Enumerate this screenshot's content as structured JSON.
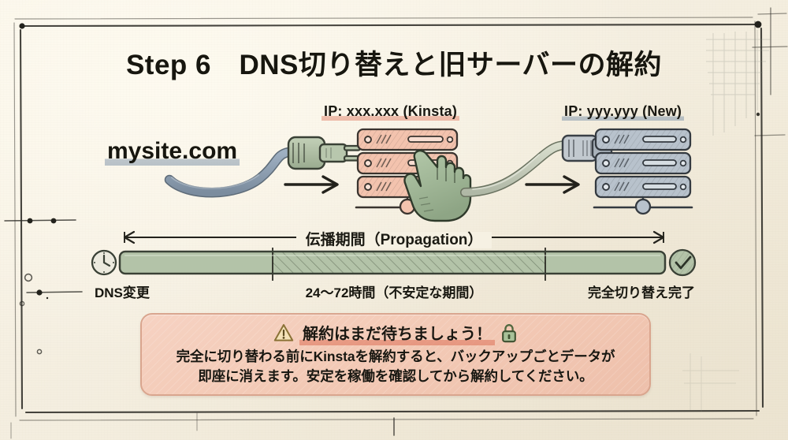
{
  "title": "Step 6　DNS切り替えと旧サーバーの解約",
  "background_color": "#f6f1e3",
  "diagram": {
    "domain_node": {
      "label": "mysite.com",
      "underline_color": "#8c9eb0"
    },
    "old_server": {
      "ip_label": "IP: xxx.xxx (Kinsta)",
      "highlight_color": "#e69680",
      "body_color": "#f3c3ae",
      "icon": "server-stack-icon",
      "connector_icon": "power-plug-icon",
      "pointer_icon": "pointing-hand-icon"
    },
    "new_server": {
      "ip_label": "IP: yyy.yyy (New)",
      "highlight_color": "#8c9eb0",
      "body_color": "#b8c2cc",
      "icon": "server-stack-icon",
      "connector_icon": "cable-connector-icon"
    },
    "flow_arrow_icon": "arrow-right-icon"
  },
  "timeline": {
    "caption": "伝播期間（Propagation）",
    "start_icon": "clock-icon",
    "end_icon": "check-circle-icon",
    "bar_color": "#b3c3a8",
    "hatch_color": "#9fb295",
    "labels": {
      "start": "DNS変更",
      "middle": "24〜72時間（不安定な期間）",
      "end": "完全切り替え完了"
    },
    "segments": [
      {
        "name": "before",
        "start_pct": 0,
        "end_pct": 28
      },
      {
        "name": "unstable",
        "start_pct": 28,
        "end_pct": 78
      },
      {
        "name": "after",
        "start_pct": 78,
        "end_pct": 100
      }
    ]
  },
  "warning": {
    "warning_icon": "warning-triangle-icon",
    "lock_icon": "padlock-icon",
    "heading": "解約はまだ待ちましょう！",
    "body_line1": "完全に切り替わる前にKinstaを解約すると、バックアップごとデータが",
    "body_line2": "即座に消えます。安定を稼働を確認してから解約してください。",
    "box_color": "#f3cab6",
    "heading_highlight_color": "#e2846c"
  }
}
